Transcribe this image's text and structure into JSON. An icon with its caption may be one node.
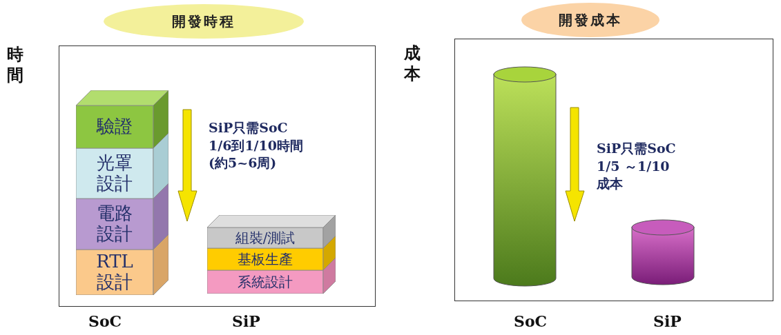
{
  "diagram": {
    "nodes": [
      {
        "text": [
          "開發時程"
        ]
      },
      {
        "text": [
          "驗證"
        ]
      },
      {
        "text": [
          "光罩設計"
        ]
      },
      {
        "text": [
          "電路設計"
        ]
      },
      {
        "text": [
          "RTL設計"
        ]
      },
      {
        "text": [
          "組裝/測試"
        ]
      },
      {
        "text": [
          "基板生產"
        ]
      },
      {
        "text": [
          "系統設計"
        ]
      },
      {
        "text": [
          "開發成本"
        ]
      },
      {
        "text": [],
        "shape": "cylinder"
      },
      {
        "text": [],
        "shape": "cylinder"
      }
    ],
    "labels": [
      "時間",
      "SiP只需SoC 1/6到1/10時間 (約5~6周)",
      "SoC",
      "SiP",
      "成本",
      "SiP只需SoC 1/5 ～1/10 成本",
      "SoC",
      "SiP"
    ]
  }
}
